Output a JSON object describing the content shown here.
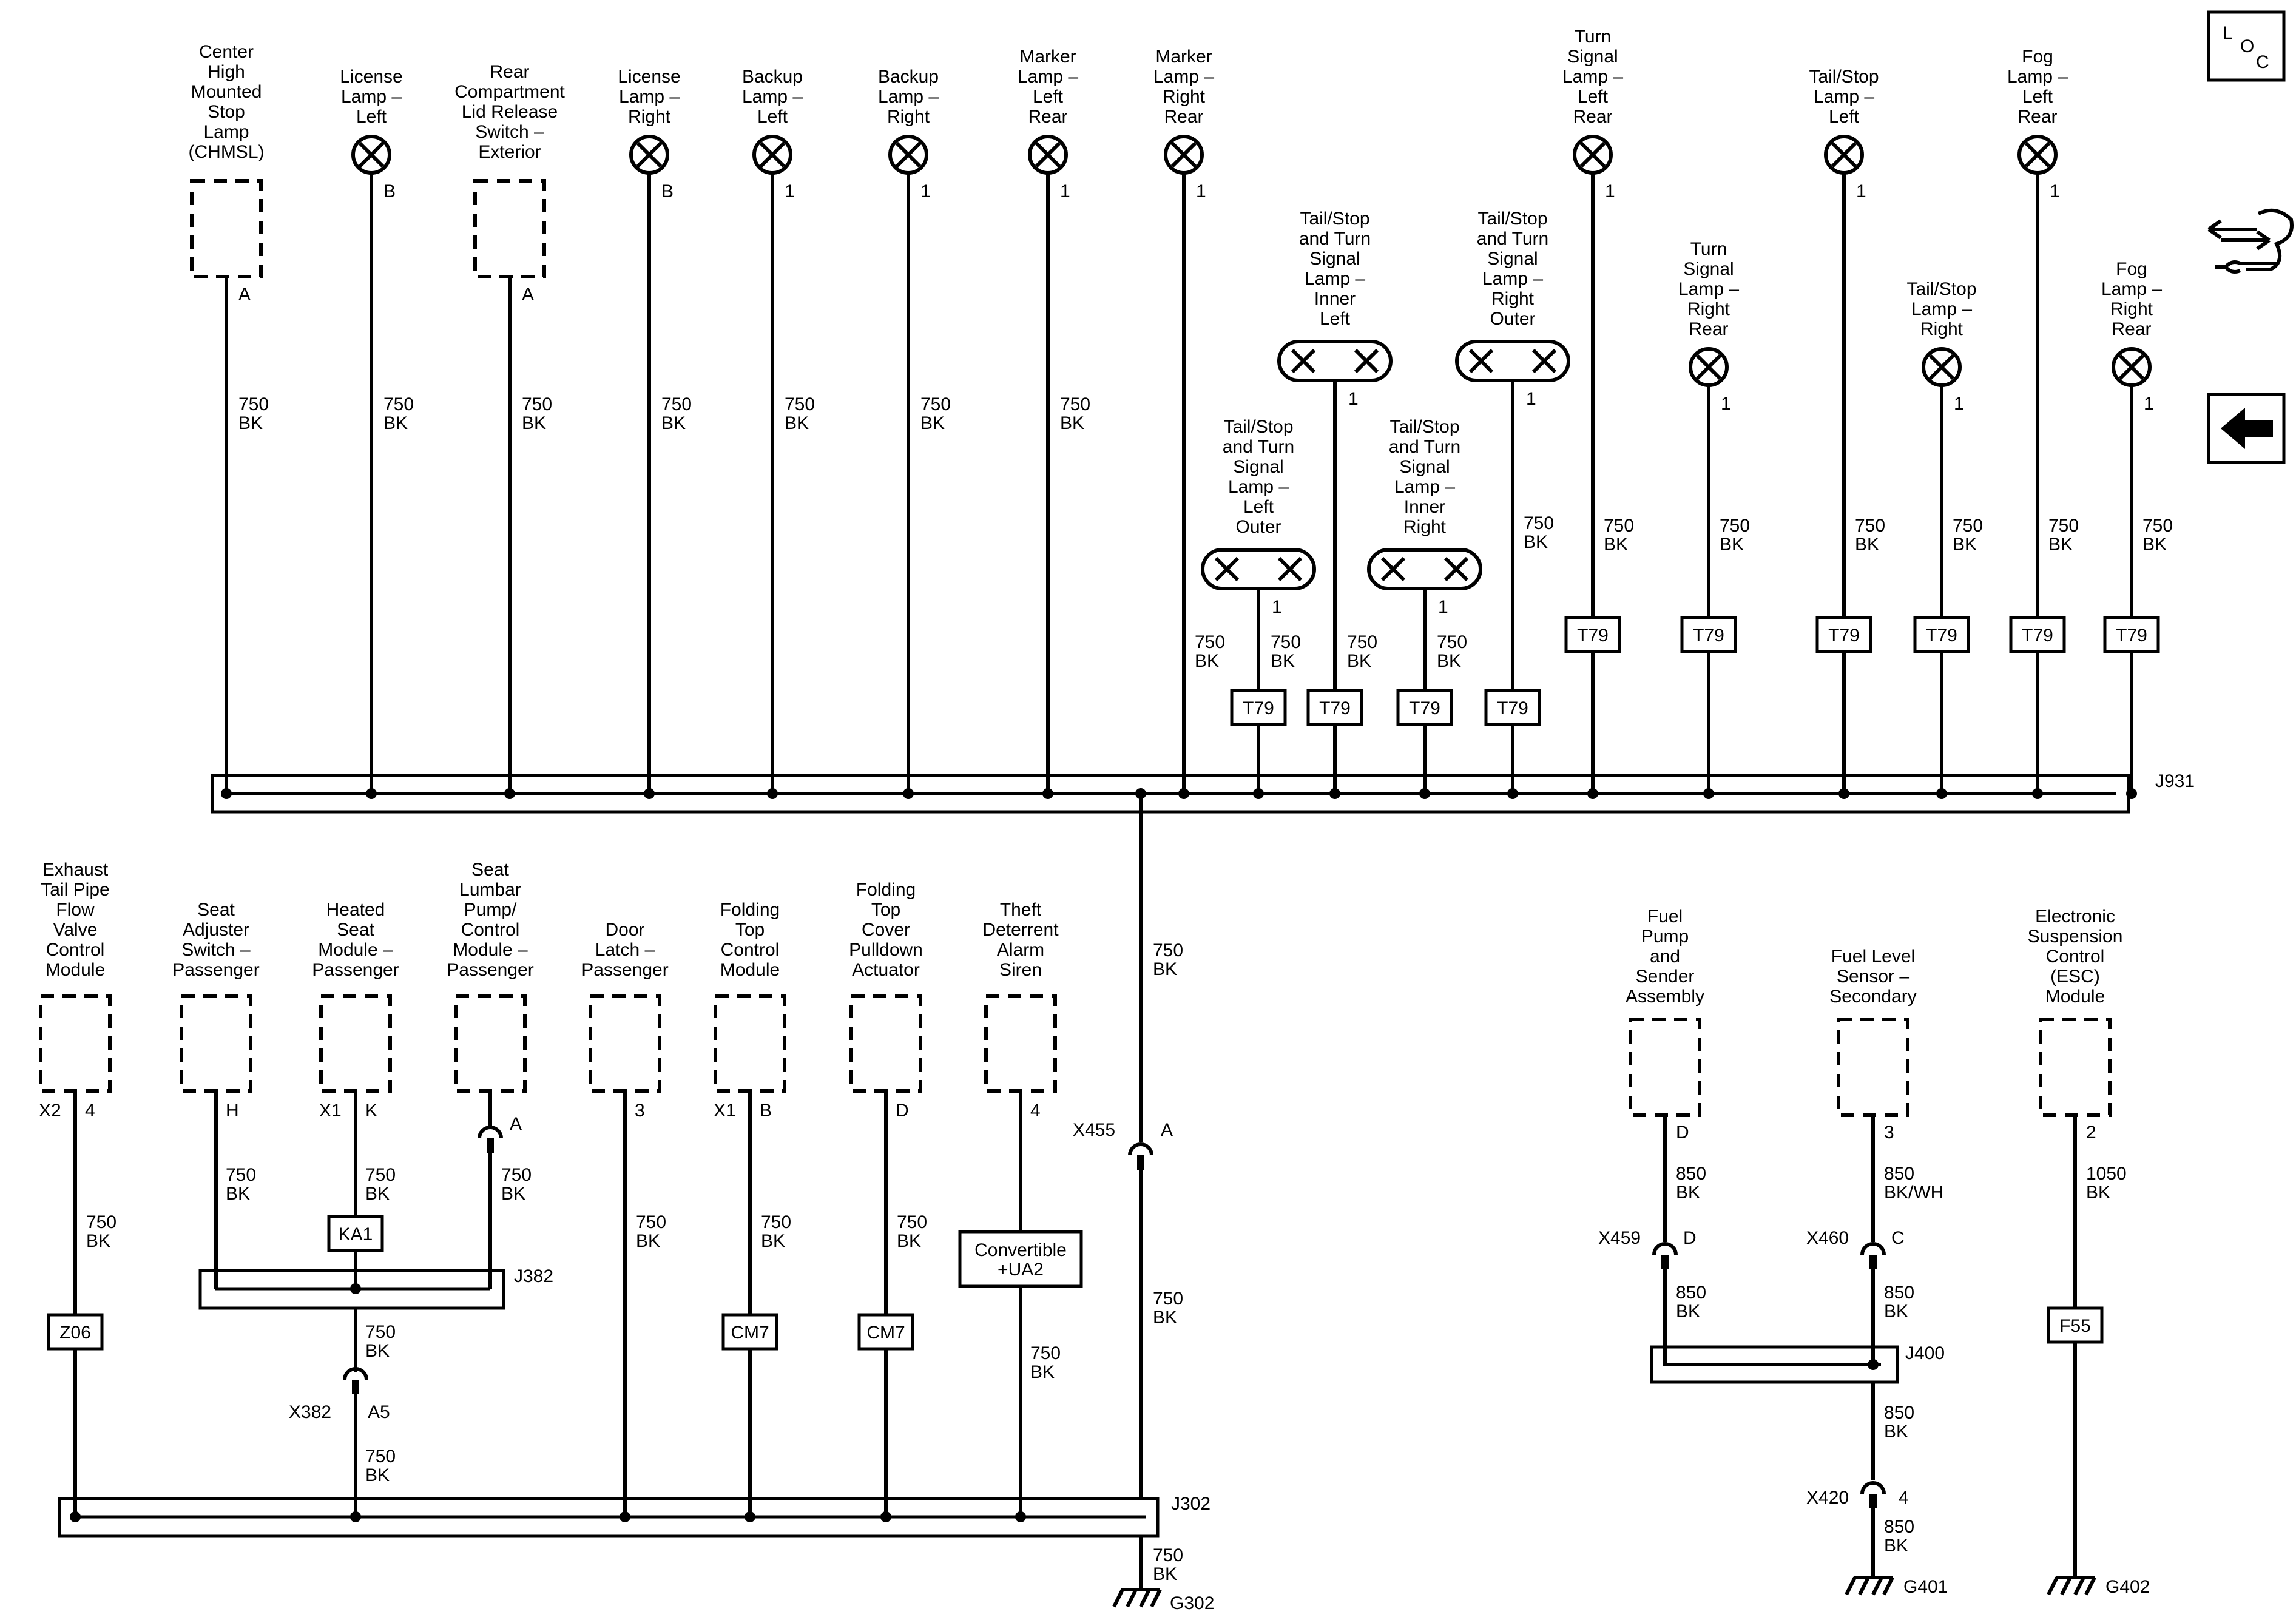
{
  "loc_label_l": "L",
  "loc_label_o": "O",
  "loc_label_c": "C",
  "icons": {
    "loc": "loc-icon",
    "connector_view": "connector-view-icon",
    "back": "back-arrow-icon"
  },
  "top_bus": {
    "label": "J931"
  },
  "trunk_wire": {
    "gauge": "750",
    "color": "BK"
  },
  "top_components": [
    {
      "type": "module",
      "lines": [
        "Center",
        "High",
        "Mounted",
        "Stop",
        "Lamp",
        "(CHMSL)"
      ],
      "pin": "A",
      "gauge": "750",
      "color": "BK"
    },
    {
      "type": "lamp",
      "lines": [
        "License",
        "Lamp –",
        "Left"
      ],
      "pin": "B",
      "gauge": "750",
      "color": "BK"
    },
    {
      "type": "module",
      "lines": [
        "Rear",
        "Compartment",
        "Lid Release",
        "Switch –",
        "Exterior"
      ],
      "pin": "A",
      "gauge": "750",
      "color": "BK"
    },
    {
      "type": "lamp",
      "lines": [
        "License",
        "Lamp –",
        "Right"
      ],
      "pin": "B",
      "gauge": "750",
      "color": "BK"
    },
    {
      "type": "lamp",
      "lines": [
        "Backup",
        "Lamp –",
        "Left"
      ],
      "pin": "1",
      "gauge": "750",
      "color": "BK"
    },
    {
      "type": "lamp",
      "lines": [
        "Backup",
        "Lamp –",
        "Right"
      ],
      "pin": "1",
      "gauge": "750",
      "color": "BK"
    },
    {
      "type": "lamp",
      "lines": [
        "Marker",
        "Lamp –",
        "Left",
        "Rear"
      ],
      "pin": "1",
      "gauge": "750",
      "color": "BK"
    },
    {
      "type": "lamp",
      "lines": [
        "Marker",
        "Lamp –",
        "Right",
        "Rear"
      ],
      "pin": "1",
      "gauge": "",
      "color": ""
    },
    {
      "type": "double",
      "lines": [
        "Tail/Stop",
        "and Turn",
        "Signal",
        "Lamp –",
        "Left",
        "Outer"
      ],
      "pin": "1",
      "gauge": "750",
      "color": "BK",
      "gauge2": "750",
      "color2": "BK",
      "option": "T79"
    },
    {
      "type": "double",
      "lines": [
        "Tail/Stop",
        "and Turn",
        "Signal",
        "Lamp –",
        "Inner",
        "Left"
      ],
      "pin": "1",
      "gauge": "750",
      "color": "BK",
      "option": "T79"
    },
    {
      "type": "double",
      "lines": [
        "Tail/Stop",
        "and Turn",
        "Signal",
        "Lamp –",
        "Inner",
        "Right"
      ],
      "pin": "1",
      "gauge": "750",
      "color": "BK",
      "option": "T79"
    },
    {
      "type": "double",
      "lines": [
        "Tail/Stop",
        "and Turn",
        "Signal",
        "Lamp –",
        "Right",
        "Outer"
      ],
      "pin": "1",
      "gauge": "750",
      "color": "BK",
      "option": "T79"
    },
    {
      "type": "lamp",
      "lines": [
        "Turn",
        "Signal",
        "Lamp –",
        "Left",
        "Rear"
      ],
      "pin": "1",
      "gauge": "750",
      "color": "BK",
      "option": "T79"
    },
    {
      "type": "lamp",
      "lines": [
        "Turn",
        "Signal",
        "Lamp –",
        "Right",
        "Rear"
      ],
      "pin": "1",
      "gauge": "750",
      "color": "BK",
      "option": "T79"
    },
    {
      "type": "lamp",
      "lines": [
        "Tail/Stop",
        "Lamp –",
        "Left"
      ],
      "pin": "1",
      "gauge": "750",
      "color": "BK",
      "option": "T79"
    },
    {
      "type": "lamp",
      "lines": [
        "Tail/Stop",
        "Lamp –",
        "Right"
      ],
      "pin": "1",
      "gauge": "750",
      "color": "BK",
      "option": "T79"
    },
    {
      "type": "lamp",
      "lines": [
        "Fog",
        "Lamp –",
        "Left",
        "Rear"
      ],
      "pin": "1",
      "gauge": "750",
      "color": "BK",
      "option": "T79"
    },
    {
      "type": "lamp",
      "lines": [
        "Fog",
        "Lamp –",
        "Right",
        "Rear"
      ],
      "pin": "1",
      "gauge": "750",
      "color": "BK",
      "option": "T79"
    }
  ],
  "x455": {
    "label": "X455",
    "pin": "A",
    "gauge": "750",
    "color": "BK"
  },
  "j302": {
    "label": "J302",
    "gauge": "750",
    "color": "BK",
    "ground": "G302"
  },
  "bottom_components": [
    {
      "lines": [
        "Exhaust",
        "Tail Pipe",
        "Flow",
        "Valve",
        "Control",
        "Module"
      ],
      "conn": "X2",
      "pin": "4",
      "gauge": "750",
      "color": "BK",
      "option": "Z06"
    },
    {
      "lines": [
        "Seat",
        "Adjuster",
        "Switch –",
        "Passenger"
      ],
      "conn": "",
      "pin": "H",
      "gauge": "750",
      "color": "BK"
    },
    {
      "lines": [
        "Heated",
        "Seat",
        "Module –",
        "Passenger"
      ],
      "conn": "X1",
      "pin": "K",
      "gauge": "750",
      "color": "BK",
      "option": "KA1"
    },
    {
      "lines": [
        "Seat",
        "Lumbar",
        "Pump/",
        "Control",
        "Module –",
        "Passenger"
      ],
      "conn": "",
      "pin": "A",
      "gauge": "750",
      "color": "BK"
    },
    {
      "lines": [
        "Door",
        "Latch –",
        "Passenger"
      ],
      "conn": "",
      "pin": "3",
      "gauge": "750",
      "color": "BK"
    },
    {
      "lines": [
        "Folding",
        "Top",
        "Control",
        "Module"
      ],
      "conn": "X1",
      "pin": "B",
      "gauge": "750",
      "color": "BK",
      "option": "CM7"
    },
    {
      "lines": [
        "Folding",
        "Top",
        "Cover",
        "Pulldown",
        "Actuator"
      ],
      "conn": "",
      "pin": "D",
      "gauge": "750",
      "color": "BK",
      "option": "CM7"
    },
    {
      "lines": [
        "Theft",
        "Deterrent",
        "Alarm",
        "Siren"
      ],
      "conn": "",
      "pin": "4",
      "gauge": "750",
      "color": "BK",
      "option_lines": [
        "Convertible",
        "+UA2"
      ],
      "gauge2": "750",
      "color2": "BK"
    }
  ],
  "j382": {
    "label": "J382",
    "gauge": "750",
    "color": "BK",
    "inline": "X382",
    "inline_pin": "A5",
    "gauge2": "750",
    "color2": "BK"
  },
  "fuel": [
    {
      "lines": [
        "Fuel",
        "Pump",
        "and",
        "Sender",
        "Assembly"
      ],
      "pin": "D",
      "gauge": "850",
      "color": "BK",
      "inline": "X459",
      "inline_pin": "D",
      "gauge2": "850",
      "color2": "BK"
    },
    {
      "lines": [
        "Fuel Level",
        "Sensor –",
        "Secondary"
      ],
      "pin": "3",
      "gauge": "850",
      "color": "BK/WH",
      "inline": "X460",
      "inline_pin": "C",
      "gauge2": "850",
      "color2": "BK"
    }
  ],
  "j400": {
    "label": "J400",
    "gauge": "850",
    "color": "BK",
    "inline": "X420",
    "inline_pin": "4",
    "gauge2": "850",
    "color2": "BK",
    "ground": "G401"
  },
  "esc": {
    "lines": [
      "Electronic",
      "Suspension",
      "Control",
      "(ESC)",
      "Module"
    ],
    "pin": "2",
    "gauge": "1050",
    "color": "BK",
    "option": "F55",
    "ground": "G402"
  }
}
